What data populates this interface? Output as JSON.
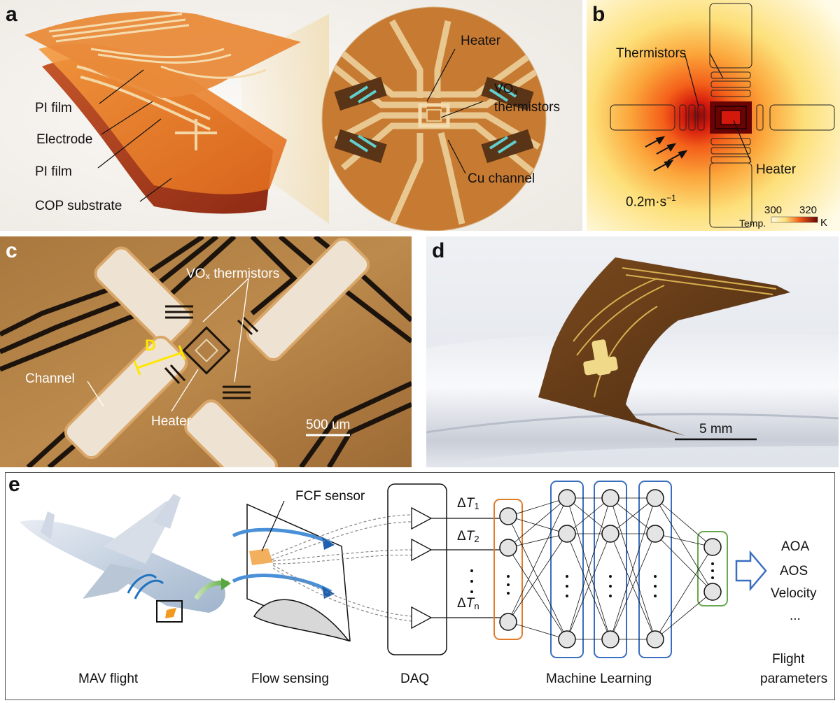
{
  "panels": {
    "a": {
      "letter": "a",
      "labels": {
        "pi_film_top": "PI film",
        "electrode": "Electrode",
        "pi_film_bottom": "PI film",
        "cop_substrate": "COP substrate",
        "heater": "Heater",
        "vox_line1": "VO",
        "vox_sub": "x",
        "vox_line2": "thermistors",
        "cu_channel": "Cu channel"
      }
    },
    "b": {
      "letter": "b",
      "labels": {
        "thermistors": "Thermistors",
        "heater": "Heater",
        "velocity": "0.2m·s",
        "velocity_exp": "−1",
        "temp": "Temp.",
        "scale_min": "300",
        "scale_max": "320",
        "unit": "K"
      }
    },
    "c": {
      "letter": "c",
      "labels": {
        "vox_thermistors": "VO",
        "vox_sub": "x",
        "vox_rest": " thermistors",
        "d": "D",
        "channel": "Channel",
        "heater": "Heater",
        "scale": "500 um"
      }
    },
    "d": {
      "letter": "d",
      "labels": {
        "scale": "5 mm"
      }
    },
    "e": {
      "letter": "e",
      "labels": {
        "fcf_sensor": "FCF sensor",
        "dt1": "T",
        "dt1_sub": "1",
        "dt2": "T",
        "dt2_sub": "2",
        "dtn": "T",
        "dtn_sub": "n",
        "delta": "Δ",
        "out1": "AOA",
        "out2": "AOS",
        "out3": "Velocity",
        "out4": "...",
        "stage1": "MAV flight",
        "stage2": "Flow sensing",
        "stage3": "DAQ",
        "stage4": "Machine Learning",
        "stage5_line1": "Flight",
        "stage5_line2": "parameters"
      }
    }
  }
}
